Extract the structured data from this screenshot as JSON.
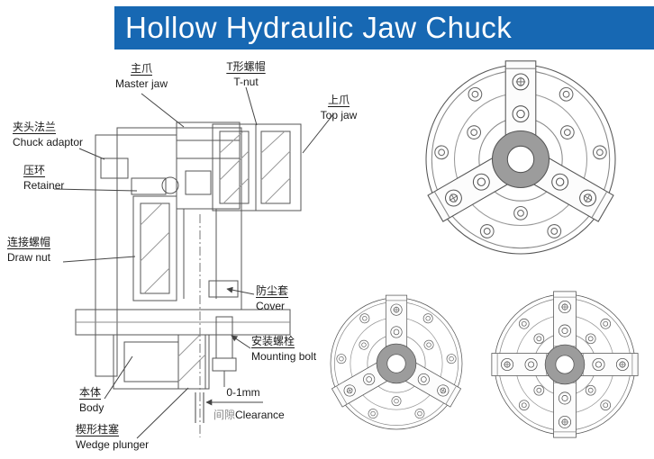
{
  "title": "Hollow Hydraulic Jaw Chuck",
  "colors": {
    "banner_bg": "#1768b3",
    "banner_text": "#ffffff",
    "line_color": "#555555"
  },
  "labels": [
    {
      "zh": "主爪",
      "en": "Master jaw"
    },
    {
      "zh": "T形螺帽",
      "en": "T-nut"
    },
    {
      "zh": "上爪",
      "en": "Top jaw"
    },
    {
      "zh": "夹头法兰",
      "en": "Chuck adaptor"
    },
    {
      "zh": "压环",
      "en": "Retainer"
    },
    {
      "zh": "连接螺帽",
      "en": "Draw nut"
    },
    {
      "zh": "防尘套",
      "en": "Cover"
    },
    {
      "zh": "安装螺栓",
      "en": "Mounting bolt"
    },
    {
      "zh": "本体",
      "en": "Body"
    },
    {
      "zh": "楔形柱塞",
      "en": "Wedge plunger"
    }
  ],
  "clearance": {
    "value": "0-1mm",
    "zh": "间隙",
    "en": "Clearance"
  }
}
